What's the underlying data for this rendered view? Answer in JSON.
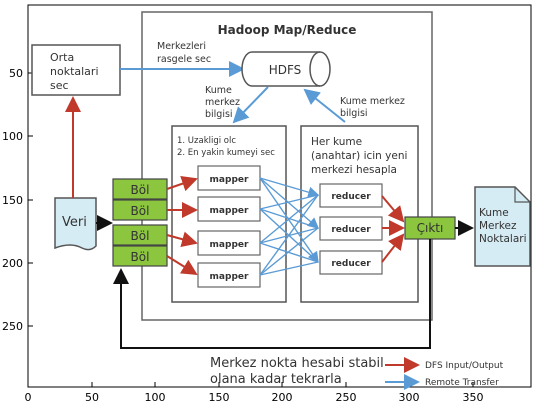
{
  "axes": {
    "x_ticks": [
      "0",
      "50",
      "100",
      "150",
      "200",
      "250",
      "300",
      "350"
    ],
    "y_ticks": [
      "50",
      "100",
      "150",
      "200",
      "250"
    ]
  },
  "diagram": {
    "title": "Hadoop Map/Reduce",
    "orta_box": [
      "Orta",
      "noktalari",
      "sec"
    ],
    "random_label": [
      "Merkezleri",
      "rasgele sec"
    ],
    "hdfs_label": "HDFS",
    "kume_left_label": [
      "Kume",
      "merkez",
      "bilgisi"
    ],
    "kume_right_label": [
      "Kume merkez",
      "bilgisi"
    ],
    "map_steps": [
      "1. Uzakligi olc",
      "2. En yakin kumeyi sec"
    ],
    "reduce_text": [
      "Her kume",
      "(anahtar) icin yeni",
      "merkezi hesapla"
    ],
    "veri_label": "Veri",
    "split_labels": [
      "Böl",
      "Böl",
      "Böl",
      "Böl"
    ],
    "mapper_labels": [
      "mapper",
      "mapper",
      "mapper",
      "mapper"
    ],
    "reducer_labels": [
      "reducer",
      "reducer",
      "reducer"
    ],
    "output_label": "Çıktı",
    "result_doc": [
      "Kume",
      "Merkez",
      "Noktalari"
    ],
    "loop_note": [
      "Merkez nokta hesabi stabil",
      "olana kadar tekrarla"
    ],
    "legend": [
      "DFS Input/Output",
      "Remote Transfer"
    ]
  },
  "colors": {
    "red_arrow": "#c0392b",
    "blue_arrow": "#5b9bd5",
    "green_box": "#8cc63f",
    "doc_fill": "#d6ecf5"
  }
}
